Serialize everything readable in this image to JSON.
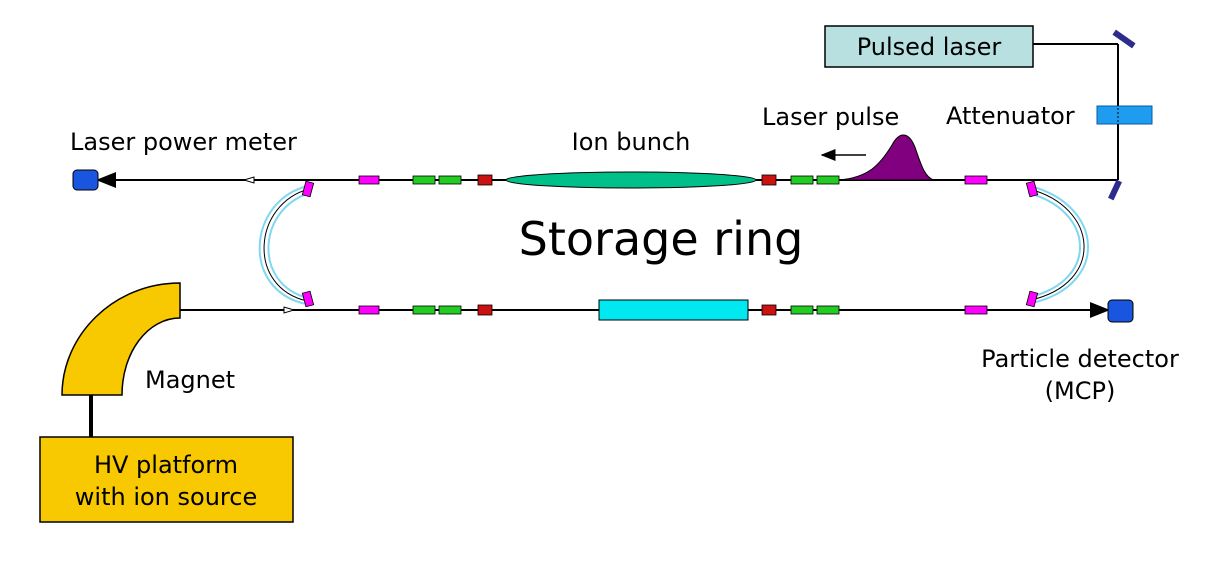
{
  "labels": {
    "pulsed_laser": "Pulsed laser",
    "laser_pulse": "Laser pulse",
    "attenuator": "Attenuator",
    "laser_power_meter": "Laser power meter",
    "ion_bunch": "Ion bunch",
    "storage_ring": "Storage ring",
    "magnet": "Magnet",
    "particle_detector": "Particle detector",
    "mcp": "(MCP)",
    "hv_platform_line1": "HV platform",
    "hv_platform_line2": "with ion source"
  },
  "colors": {
    "laser_box": "#b8e0e0",
    "attenuator": "#1e9cf0",
    "mirror": "#2c2c8c",
    "ion_bunch": "#00c08a",
    "laser_pulse": "#800080",
    "electrostatic_element": "#ff00ff",
    "quadrupole": "#22cc22",
    "corrector": "#cc1111",
    "electron_cooler": "#00e8f0",
    "detector": "#1a55e0",
    "magnet": "#f8c800",
    "hv_platform": "#f8c800",
    "bend_arc": "#80d8f0"
  }
}
